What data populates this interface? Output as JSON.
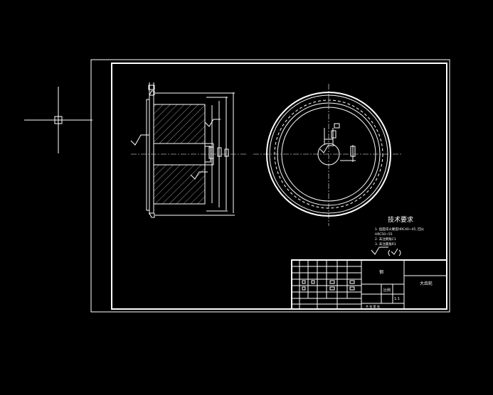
{
  "technical_requirements": {
    "heading": "技术要求",
    "items": [
      "1. 齿面淬火硬度HRC40~45, 回火",
      "HRC50~55",
      "2. 未注倒角C1",
      "3. 未注圆角R1"
    ]
  },
  "title_block": {
    "material": "钢",
    "part_name": "大齿轮",
    "scale_label": "比例",
    "ratio": "1:1",
    "sheet": "共 张 第 张"
  },
  "colors": {
    "background": "#000000",
    "lines": "#ffffff"
  }
}
